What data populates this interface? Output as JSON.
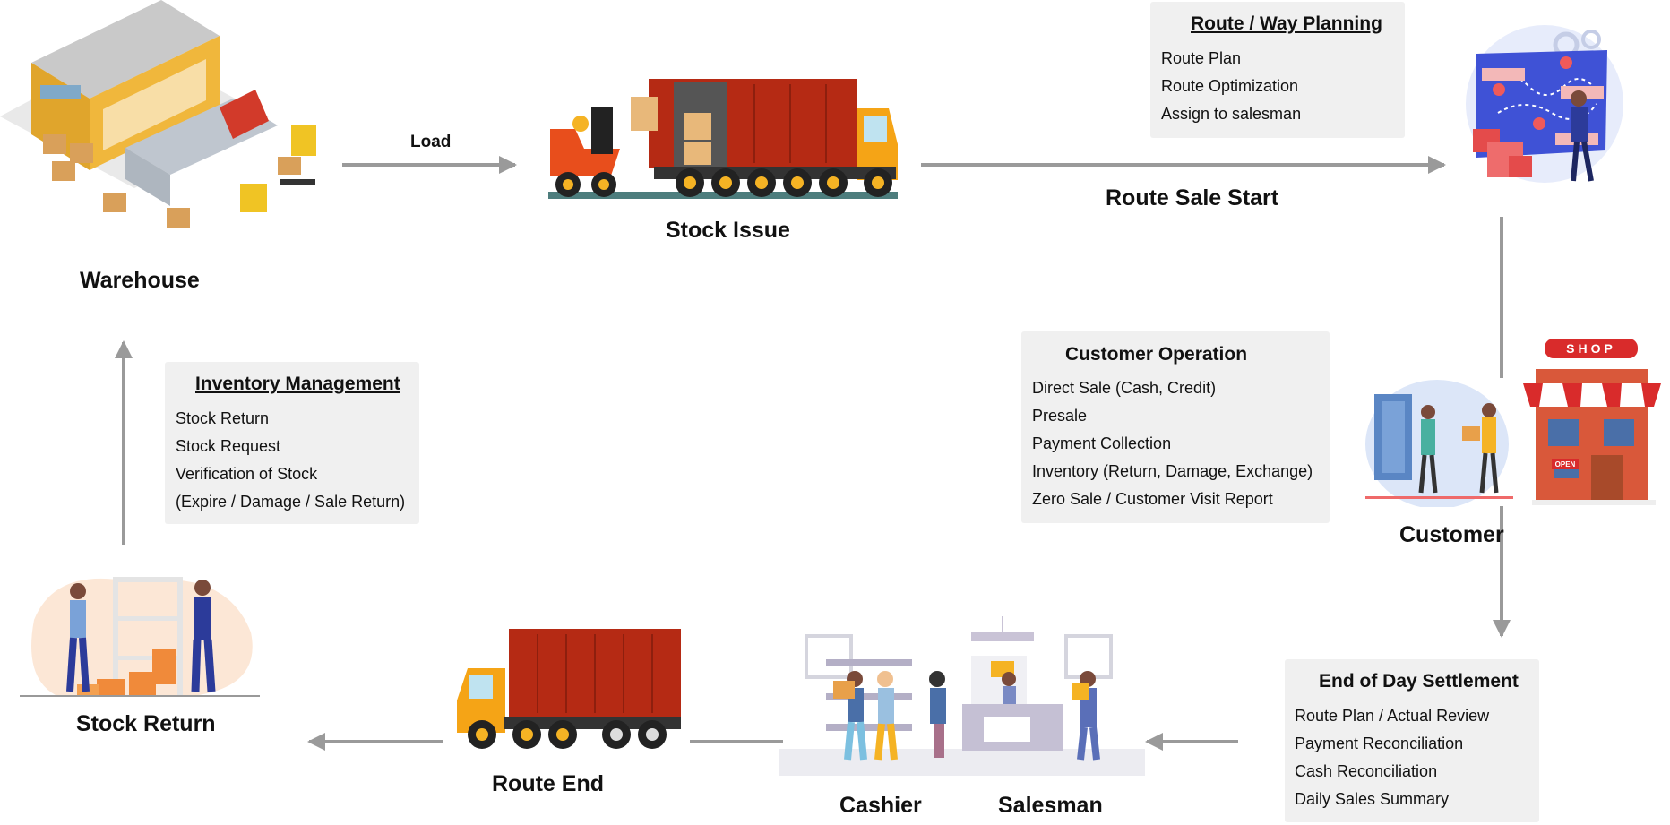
{
  "flow": {
    "load_label": "Load",
    "route_sale_start_label": "Route Sale Start"
  },
  "nodes": {
    "warehouse": "Warehouse",
    "stock_issue": "Stock Issue",
    "customer": "Customer",
    "cashier": "Cashier",
    "salesman": "Salesman",
    "route_end": "Route End",
    "stock_return": "Stock Return"
  },
  "route_planning": {
    "title": "Route / Way Planning",
    "items": [
      "Route Plan",
      "Route Optimization",
      "Assign to salesman"
    ]
  },
  "customer_operation": {
    "title": "Customer Operation",
    "items": [
      "Direct Sale (Cash, Credit)",
      "Presale",
      "Payment Collection",
      "Inventory (Return, Damage, Exchange)",
      "Zero Sale / Customer Visit Report"
    ]
  },
  "inventory_management": {
    "title": "Inventory Management",
    "items": [
      "Stock Return",
      "Stock Request",
      "Verification of Stock",
      "(Expire / Damage / Sale Return)"
    ]
  },
  "end_of_day": {
    "title": "End of Day Settlement",
    "items": [
      "Route Plan / Actual Review",
      "Payment Reconciliation",
      "Cash Reconciliation",
      "Daily Sales Summary"
    ]
  },
  "shop_sign": "SHOP",
  "shop_open_sign": "OPEN",
  "colors": {
    "arrow": "#9a9a9a",
    "box": "#f0f0f0",
    "truck_cab": "#f5a416",
    "container": "#b52a14"
  }
}
